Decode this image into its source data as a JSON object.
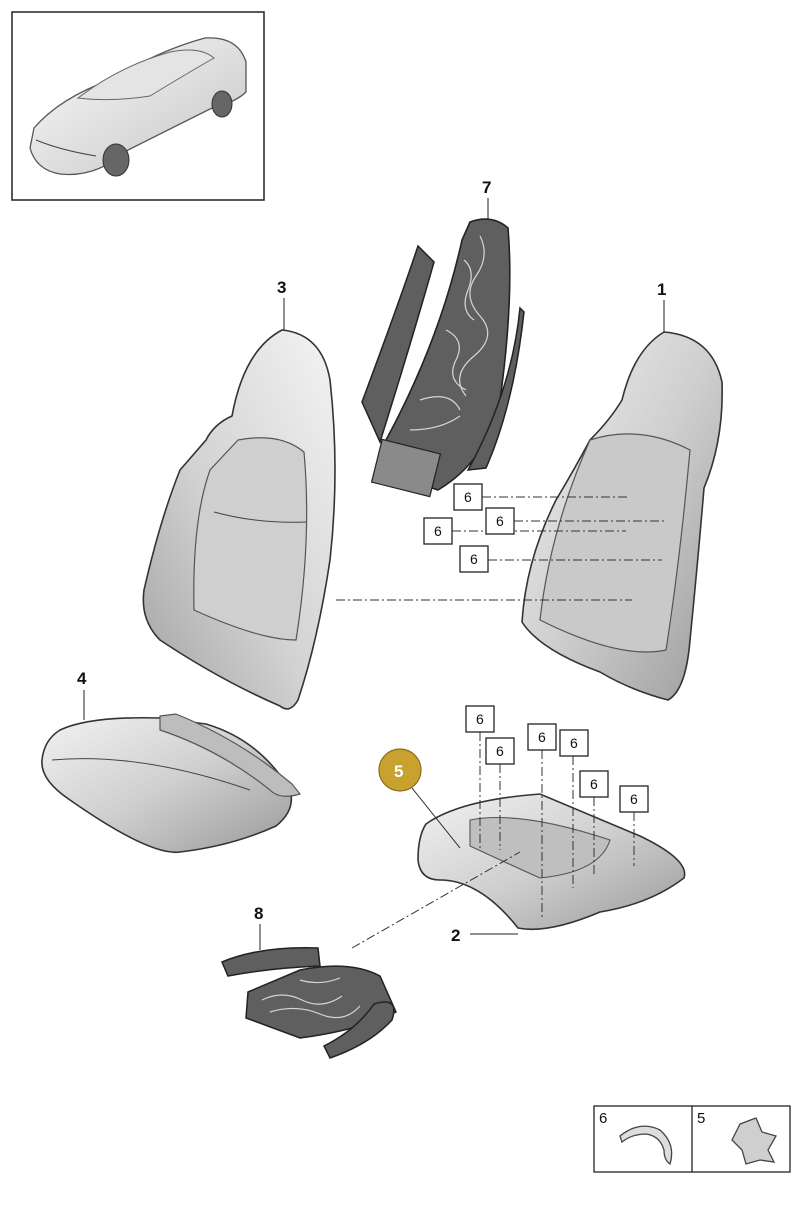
{
  "callouts": {
    "c1": "1",
    "c2": "2",
    "c3": "3",
    "c4": "4",
    "c5": "5",
    "c7": "7",
    "c8": "8"
  },
  "boxed_labels": {
    "b1": "6",
    "b2": "6",
    "b3": "6",
    "b4": "6",
    "b5": "6",
    "b6": "6",
    "b7": "6",
    "b8": "6",
    "b9": "6",
    "b10": "6"
  },
  "legend": {
    "left_label": "6",
    "right_label": "5"
  },
  "colors": {
    "highlight": "#c9a12e",
    "part_fill": "#d8d8d8",
    "mat_fill": "#5d5d5d",
    "outline": "#333333"
  }
}
